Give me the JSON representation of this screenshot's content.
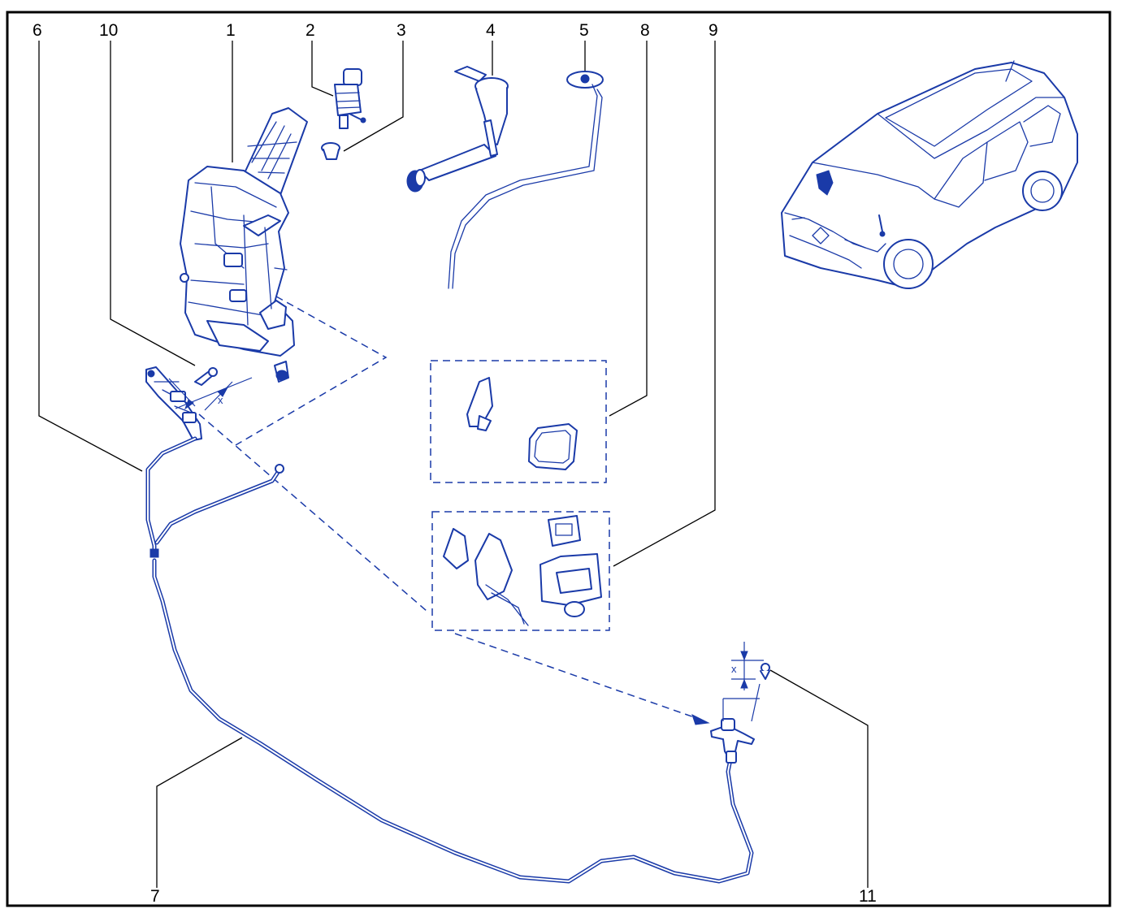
{
  "callouts": [
    {
      "id": "6",
      "label": "6"
    },
    {
      "id": "10",
      "label": "10"
    },
    {
      "id": "1",
      "label": "1"
    },
    {
      "id": "2",
      "label": "2"
    },
    {
      "id": "3",
      "label": "3"
    },
    {
      "id": "4",
      "label": "4"
    },
    {
      "id": "5",
      "label": "5"
    },
    {
      "id": "8",
      "label": "8"
    },
    {
      "id": "9",
      "label": "9"
    },
    {
      "id": "7",
      "label": "7"
    },
    {
      "id": "11",
      "label": "11"
    }
  ],
  "dimensions": {
    "upper_x": "x",
    "lower_x": "x"
  },
  "colors": {
    "part_line": "#1a3aa8",
    "frame": "#000000",
    "callout_text": "#000000"
  }
}
